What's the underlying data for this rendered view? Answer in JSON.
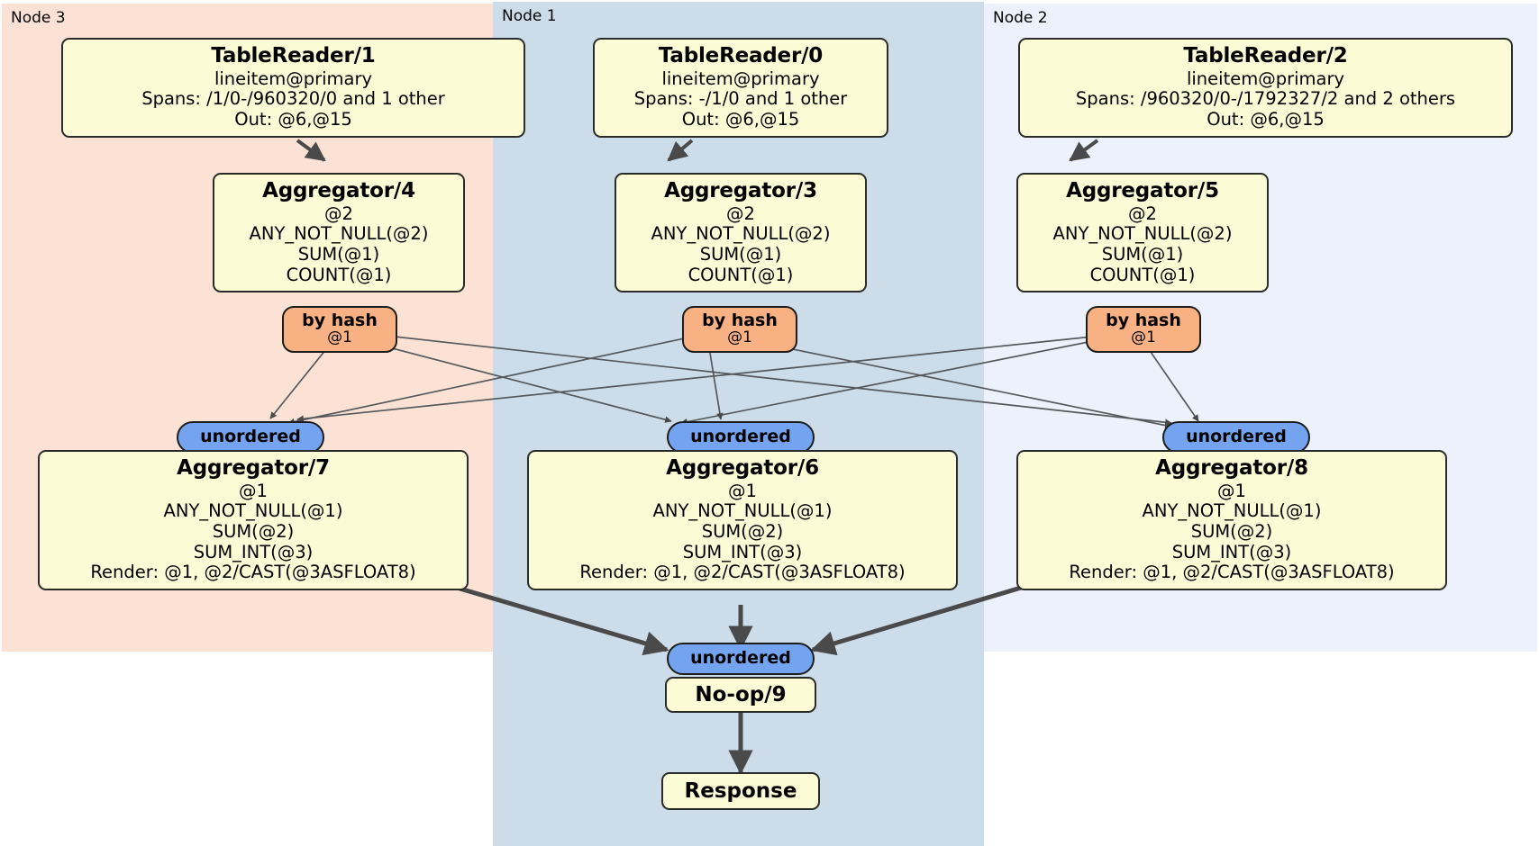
{
  "regions": [
    {
      "id": "node3",
      "label": "Node 3"
    },
    {
      "id": "node1",
      "label": "Node 1"
    },
    {
      "id": "node2",
      "label": "Node 2"
    }
  ],
  "colors": {
    "node3_bg": "#fbe2d5",
    "node1_bg": "#ccdde9",
    "node2_bg": "#ecf1fb",
    "box_fill": "#fbfbd5",
    "box_stroke": "#2b2b2b",
    "hash_badge": "#f7b183",
    "unordered_badge": "#74a3f0",
    "edge": "#4a4a4a"
  },
  "table_readers": [
    {
      "title": "TableReader/1",
      "table": "lineitem@primary",
      "spans": "Spans: /1/0-/960320/0 and 1 other",
      "out": "Out: @6,@15"
    },
    {
      "title": "TableReader/0",
      "table": "lineitem@primary",
      "spans": "Spans: -/1/0 and 1 other",
      "out": "Out: @6,@15"
    },
    {
      "title": "TableReader/2",
      "table": "lineitem@primary",
      "spans": "Spans: /960320/0-/1792327/2 and 2 others",
      "out": "Out: @6,@15"
    }
  ],
  "aggregators_stage1": [
    {
      "title": "Aggregator/4",
      "group": "@2",
      "agg1": "ANY_NOT_NULL(@2)",
      "agg2": "SUM(@1)",
      "agg3": "COUNT(@1)"
    },
    {
      "title": "Aggregator/3",
      "group": "@2",
      "agg1": "ANY_NOT_NULL(@2)",
      "agg2": "SUM(@1)",
      "agg3": "COUNT(@1)"
    },
    {
      "title": "Aggregator/5",
      "group": "@2",
      "agg1": "ANY_NOT_NULL(@2)",
      "agg2": "SUM(@1)",
      "agg3": "COUNT(@1)"
    }
  ],
  "hash_badges": [
    {
      "label": "by hash",
      "column": "@1"
    },
    {
      "label": "by hash",
      "column": "@1"
    },
    {
      "label": "by hash",
      "column": "@1"
    }
  ],
  "unordered_badges_mid": [
    {
      "label": "unordered"
    },
    {
      "label": "unordered"
    },
    {
      "label": "unordered"
    }
  ],
  "aggregators_stage2": [
    {
      "title": "Aggregator/7",
      "group": "@1",
      "agg1": "ANY_NOT_NULL(@1)",
      "agg2": "SUM(@2)",
      "agg3": "SUM_INT(@3)",
      "render": "Render: @1, @2/CAST(@3ASFLOAT8)"
    },
    {
      "title": "Aggregator/6",
      "group": "@1",
      "agg1": "ANY_NOT_NULL(@1)",
      "agg2": "SUM(@2)",
      "agg3": "SUM_INT(@3)",
      "render": "Render: @1, @2/CAST(@3ASFLOAT8)"
    },
    {
      "title": "Aggregator/8",
      "group": "@1",
      "agg1": "ANY_NOT_NULL(@1)",
      "agg2": "SUM(@2)",
      "agg3": "SUM_INT(@3)",
      "render": "Render: @1, @2/CAST(@3ASFLOAT8)"
    }
  ],
  "final": {
    "unordered_label": "unordered",
    "noop_label": "No-op/9",
    "response_label": "Response"
  }
}
